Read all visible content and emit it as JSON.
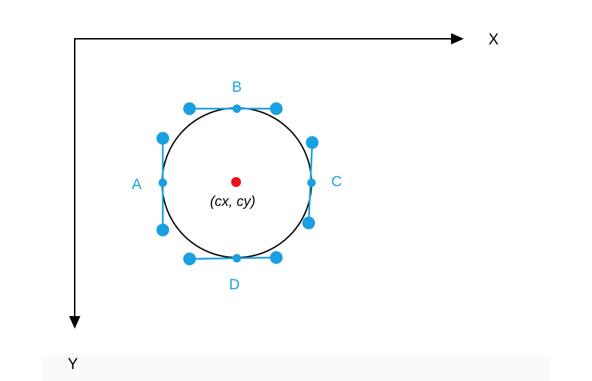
{
  "colors": {
    "axis": "#000000",
    "circle": "#000000",
    "handle": "#1a9fe0",
    "center": "#e8141b"
  },
  "axes": {
    "x_label": "X",
    "y_label": "Y"
  },
  "points": {
    "a": "A",
    "b": "B",
    "c": "C",
    "d": "D"
  },
  "center": {
    "label": "(cx, cy)"
  }
}
